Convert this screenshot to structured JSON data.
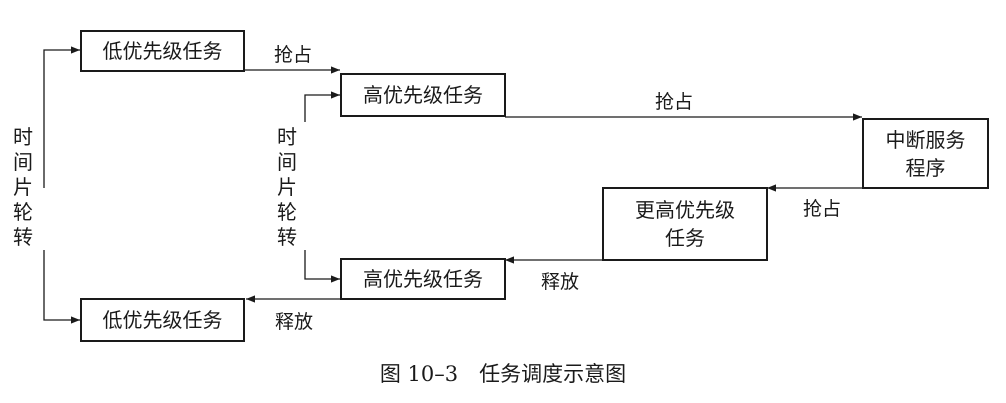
{
  "boxes": {
    "low_top": "低优先级任务",
    "high_top": "高优先级任务",
    "isr_line1": "中断服务",
    "isr_line2": "程序",
    "higher_line1": "更高优先级",
    "higher_line2": "任务",
    "high_bottom": "高优先级任务",
    "low_bottom": "低优先级任务"
  },
  "labels": {
    "preempt_1": "抢占",
    "preempt_2": "抢占",
    "preempt_3": "抢占",
    "release_1": "释放",
    "release_2": "释放",
    "timeslice_outer": [
      "时",
      "间",
      "片",
      "轮",
      "转"
    ],
    "timeslice_inner": [
      "时",
      "间",
      "片",
      "轮",
      "转"
    ]
  },
  "caption": "图 10–3　任务调度示意图"
}
